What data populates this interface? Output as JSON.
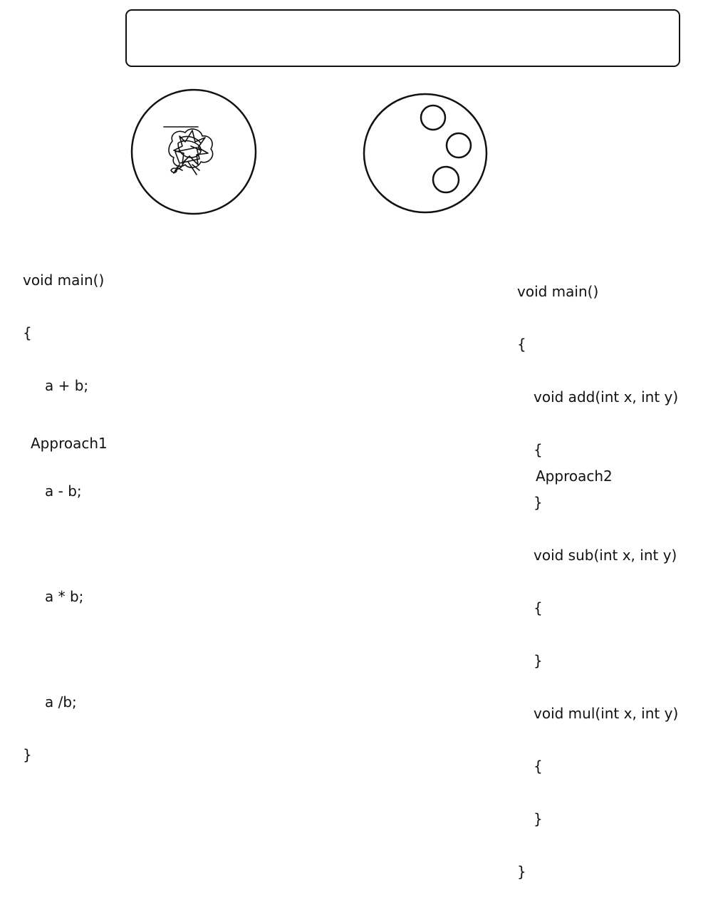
{
  "approach1": {
    "code": {
      "line1": "void main()",
      "line2": "{",
      "line3": "a + b;",
      "line4": "",
      "line5": "a - b;",
      "line6": "",
      "line7": "a * b;",
      "line8": "",
      "line9": "a /b;",
      "line10": "}"
    },
    "caption": "Approach1"
  },
  "approach2": {
    "code": {
      "line1": "void main()",
      "line2": "{",
      "line3": "void add(int x, int y)",
      "line4": "{",
      "line5": "}",
      "line6": "void sub(int x, int y)",
      "line7": "{",
      "line8": "}",
      "line9": "void mul(int x, int y)",
      "line10": "{",
      "line11": "}",
      "line12": "}"
    },
    "caption": "Approach2"
  },
  "colors": {
    "stroke": "#111111",
    "background": "#ffffff"
  },
  "icons": {
    "left_circle_content": "tangled-scribble-icon",
    "right_circle_content": "three-small-circles-icon"
  }
}
